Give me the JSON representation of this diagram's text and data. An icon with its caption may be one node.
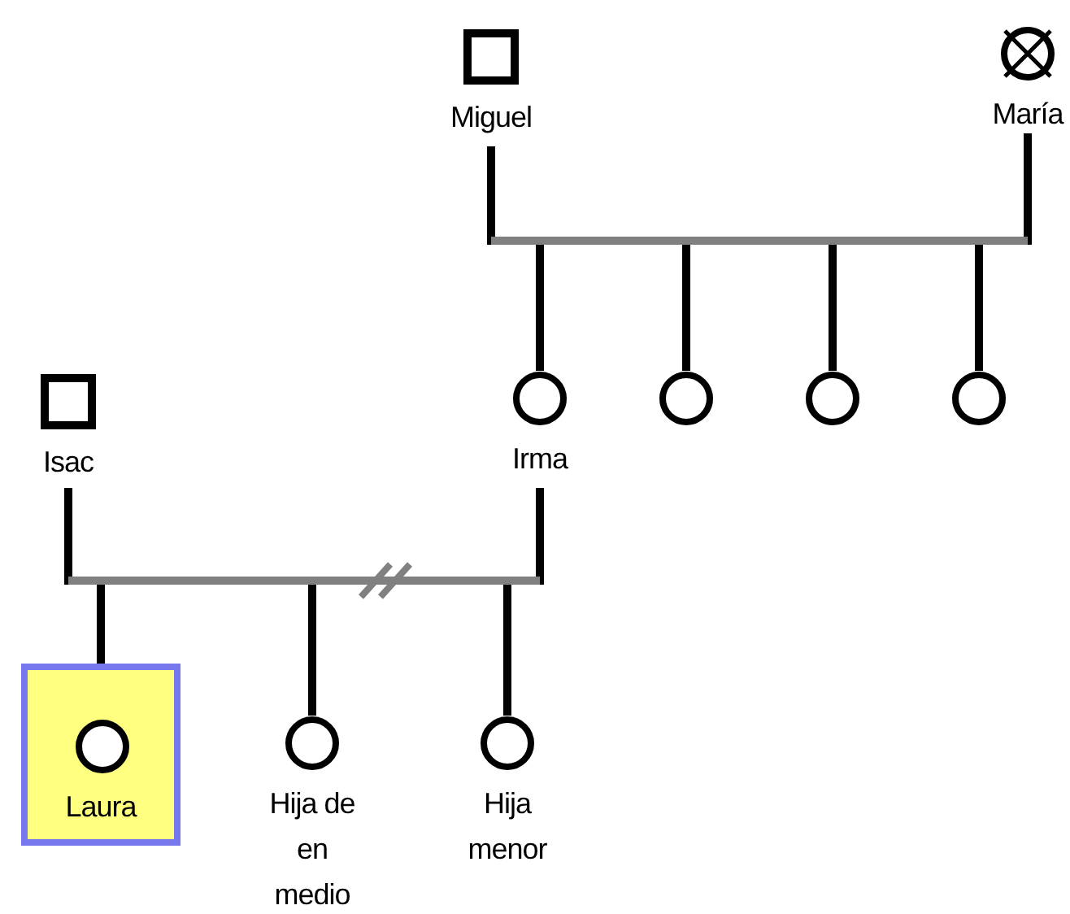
{
  "diagram": {
    "nodes": [
      {
        "text": [
          "Miguel"
        ]
      },
      {
        "text": [
          "María"
        ]
      },
      {
        "text": [
          "Isac"
        ]
      },
      {
        "text": [
          "Irma"
        ]
      },
      {
        "text": [],
        "shape": "circle"
      },
      {
        "text": [],
        "shape": "circle"
      },
      {
        "text": [],
        "shape": "circle"
      },
      {
        "text": [
          "Laura"
        ]
      },
      {
        "text": [],
        "shape": "circle",
        "in": 7
      },
      {
        "text": [
          "Hija de en medio"
        ]
      },
      {
        "text": [
          "Hija menor"
        ]
      }
    ],
    "edges": [
      {
        "from": 0,
        "to": 1,
        "arrow": "none"
      },
      {
        "from": null,
        "to": 3,
        "arrow": "none"
      },
      {
        "from": null,
        "to": 4,
        "arrow": "none"
      },
      {
        "from": null,
        "to": 5,
        "arrow": "none"
      },
      {
        "from": null,
        "to": 6,
        "arrow": "none"
      },
      {
        "from": 2,
        "to": 3,
        "arrow": "none"
      },
      {
        "from": null,
        "to": 7,
        "arrow": "none"
      },
      {
        "from": null,
        "to": 9,
        "arrow": "none"
      },
      {
        "from": null,
        "to": 10,
        "arrow": "none"
      }
    ]
  }
}
